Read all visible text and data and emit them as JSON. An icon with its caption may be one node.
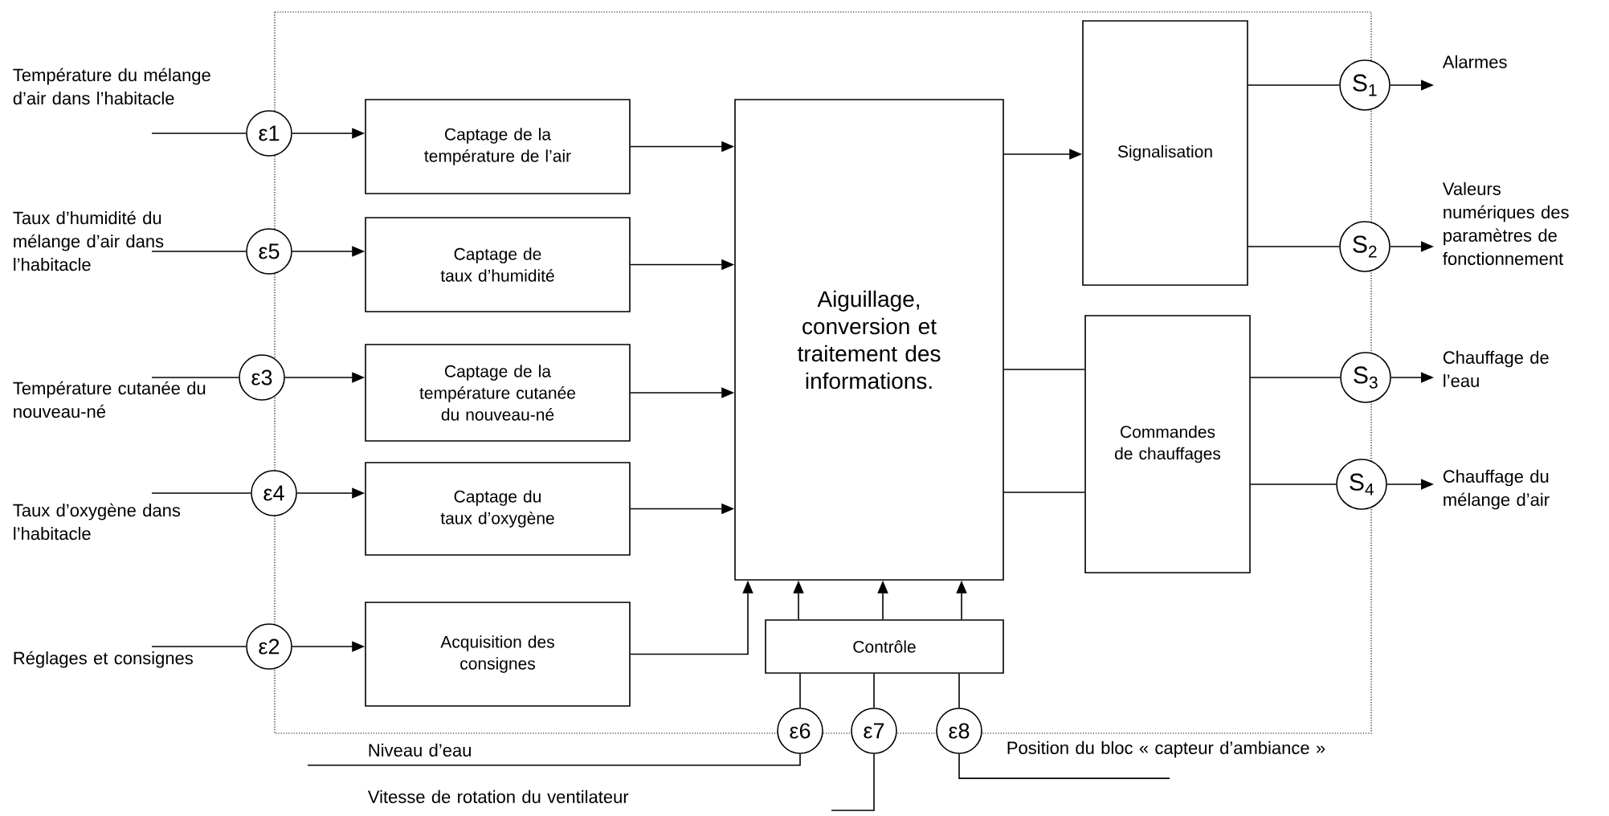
{
  "diagram": {
    "nodes": [
      {
        "text": [
          "ε1"
        ]
      },
      {
        "text": [
          "ε5"
        ]
      },
      {
        "text": [
          "ε3"
        ]
      },
      {
        "text": [
          "ε4"
        ]
      },
      {
        "text": [
          "ε2"
        ]
      },
      {
        "text": [
          "Captage de la température de l’air"
        ]
      },
      {
        "text": [
          "Captage de taux d’humidité"
        ]
      },
      {
        "text": [
          "Captage de la température cutanée du nouveau-né"
        ]
      },
      {
        "text": [
          "Captage du taux d’oxygène"
        ]
      },
      {
        "text": [
          "Acquisition des consignes"
        ]
      },
      {
        "text": [
          "Aiguillage, conversion et traitement des informations."
        ]
      },
      {
        "text": [
          "Contrôle"
        ]
      },
      {
        "text": [
          "ε6"
        ]
      },
      {
        "text": [
          "ε7"
        ]
      },
      {
        "text": [
          "ε8"
        ]
      },
      {
        "text": [
          "Signalisation"
        ]
      },
      {
        "text": [
          "Commandes de chauffages"
        ]
      },
      {
        "text": [
          "S$_{1}$"
        ]
      },
      {
        "text": [
          "S$_{2}$"
        ]
      },
      {
        "text": [
          "S$_{3}$"
        ]
      },
      {
        "text": [
          "S$_{4}$"
        ]
      },
      {
        "text": [
          "Température du mélange d’air dans l’habitacle"
        ]
      },
      {
        "text": [
          "Taux d’humidité du mélange d’air dans l’habitacle"
        ]
      },
      {
        "text": [
          "Température cutanée du nouveau-né"
        ]
      },
      {
        "text": [
          "Taux d’oxygène dans l’habitacle"
        ]
      },
      {
        "text": [
          "Réglages et consignes"
        ]
      },
      {
        "text": [
          "Alarmes"
        ]
      },
      {
        "text": [
          "Valeurs numériques des paramètres de fonctionnement"
        ]
      },
      {
        "text": [
          "Chauffage de l’eau"
        ]
      },
      {
        "text": [
          "Chauffage du mélange d’air"
        ]
      },
      {
        "text": [
          "Niveau d’eau"
        ]
      },
      {
        "text": [
          "Vitesse de rotation du ventilateur"
        ]
      },
      {
        "text": [
          "Position du bloc « capteur d’ambiance »"
        ]
      }
    ],
    "edges": [
      {
        "from": 21,
        "to": 0,
        "arrow": "none"
      },
      {
        "from": 0,
        "to": 5,
        "arrow": "to"
      },
      {
        "from": 22,
        "to": 1,
        "arrow": "none"
      },
      {
        "from": 1,
        "to": 6,
        "arrow": "to"
      },
      {
        "from": 23,
        "to": 2,
        "arrow": "none"
      },
      {
        "from": 2,
        "to": 7,
        "arrow": "to"
      },
      {
        "from": 24,
        "to": 3,
        "arrow": "none"
      },
      {
        "from": 3,
        "to": 8,
        "arrow": "to"
      },
      {
        "from": 25,
        "to": 4,
        "arrow": "none"
      },
      {
        "from": 4,
        "to": 9,
        "arrow": "to"
      },
      {
        "from": 5,
        "to": 10,
        "arrow": "to"
      },
      {
        "from": 6,
        "to": 10,
        "arrow": "to"
      },
      {
        "from": 7,
        "to": 10,
        "arrow": "to"
      },
      {
        "from": 8,
        "to": 10,
        "arrow": "to"
      },
      {
        "from": 9,
        "to": 10,
        "arrow": "to"
      },
      {
        "from": 11,
        "to": 10,
        "arrow": "to"
      },
      {
        "from": 11,
        "to": 10,
        "arrow": "to"
      },
      {
        "from": 11,
        "to": 10,
        "arrow": "to"
      },
      {
        "from": 12,
        "to": 11,
        "arrow": "none"
      },
      {
        "from": 13,
        "to": 11,
        "arrow": "none"
      },
      {
        "from": 14,
        "to": 11,
        "arrow": "none"
      },
      {
        "from": 30,
        "to": 12,
        "arrow": "none"
      },
      {
        "from": null,
        "to": 13,
        "arrow": "none"
      },
      {
        "from": 32,
        "to": 14,
        "arrow": "none"
      },
      {
        "from": 10,
        "to": 15,
        "arrow": "to"
      },
      {
        "from": 10,
        "to": 16,
        "arrow": "none"
      },
      {
        "from": 10,
        "to": 16,
        "arrow": "none"
      },
      {
        "from": 15,
        "to": 17,
        "arrow": "none"
      },
      {
        "from": 15,
        "to": 18,
        "arrow": "none"
      },
      {
        "from": 16,
        "to": 19,
        "arrow": "none"
      },
      {
        "from": 16,
        "to": 20,
        "arrow": "none"
      },
      {
        "from": 17,
        "to": 26,
        "arrow": "to"
      },
      {
        "from": 18,
        "to": 27,
        "arrow": "to"
      },
      {
        "from": 19,
        "to": 28,
        "arrow": "to"
      },
      {
        "from": 20,
        "to": 29,
        "arrow": "to"
      }
    ]
  }
}
